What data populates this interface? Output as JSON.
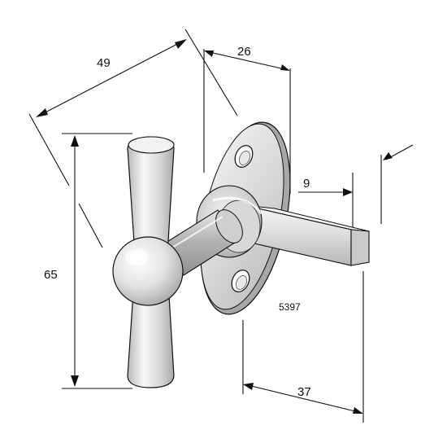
{
  "drawing": {
    "dimensions": {
      "d49": "49",
      "d26": "26",
      "d9": "9",
      "d65": "65",
      "d37": "37"
    },
    "part_number": "5397"
  },
  "colors": {
    "line": "#111111",
    "metal_light": "#f4f4f4",
    "metal_mid": "#d6d6d6",
    "metal_dark": "#9a9a9a"
  }
}
